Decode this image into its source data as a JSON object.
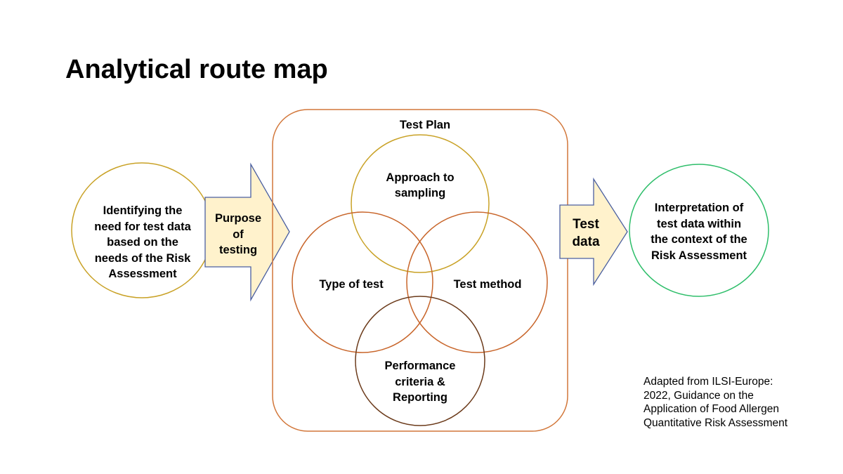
{
  "title": "Analytical route map",
  "left_node": {
    "text": "Identifying the\nneed for test data\nbased on the\nneeds of the Risk\nAssessment"
  },
  "purpose_arrow": {
    "text": "Purpose\nof\ntesting"
  },
  "test_plan": {
    "title": "Test Plan",
    "circles": {
      "approach": "Approach to\nsampling",
      "type_of_test": "Type of test",
      "test_method": "Test method",
      "performance": "Performance\ncriteria &\nReporting"
    }
  },
  "test_data_arrow": {
    "text": "Test\ndata"
  },
  "right_node": {
    "text": "Interpretation of\ntest data within\nthe context of the\nRisk Assessment"
  },
  "citation": "Adapted from ILSI-Europe:\n2022, Guidance on the\nApplication of Food Allergen\nQuantitative Risk Assessment",
  "colors": {
    "left_circle": "#C9A227",
    "right_circle": "#2EBE6A",
    "test_plan_box": "#D2773A",
    "approach_circle": "#C9A227",
    "type_circle": "#C8652A",
    "method_circle": "#C8652A",
    "performance_circle": "#6B3A1A",
    "arrow_fill": "#FFF2CC",
    "arrow_stroke": "#4A5FA0"
  }
}
